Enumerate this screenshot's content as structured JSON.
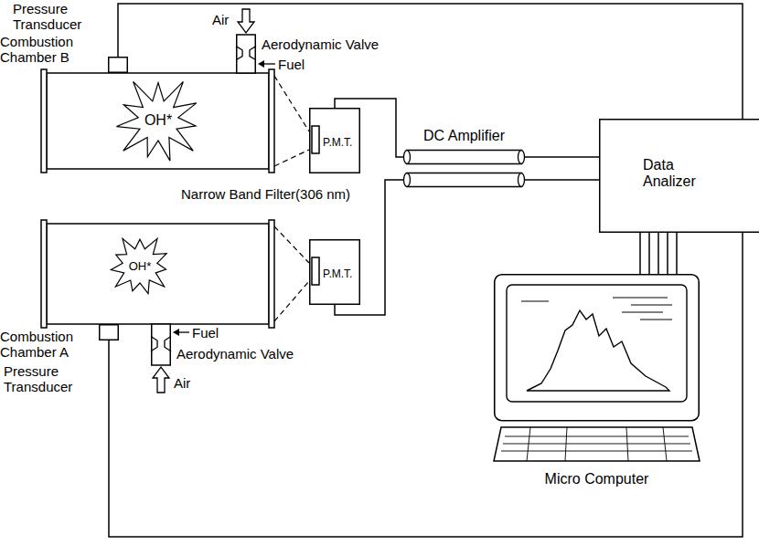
{
  "diagram": {
    "nodes": [
      {
        "text": [
          "Pressure Transducer"
        ]
      },
      {
        "text": [
          "Combustion Chamber B",
          "OH*"
        ]
      },
      {
        "text": [
          "Aerodynamic Valve"
        ]
      },
      {
        "text": [
          "P.M.T."
        ]
      },
      {
        "text": [
          "DC Amplifier"
        ]
      },
      {
        "text": [
          "Data Analizer"
        ]
      },
      {
        "text": [
          "Combustion Chamber A",
          "OH*"
        ]
      },
      {
        "text": [
          "P.M.T."
        ]
      },
      {
        "text": [
          "Pressure Transducer"
        ]
      },
      {
        "text": [
          "Aerodynamic Valve"
        ]
      },
      {
        "text": [
          "Micro Computer"
        ]
      }
    ],
    "edges": [
      {
        "from": 0,
        "to": 5,
        "arrow": "none"
      },
      {
        "from": 1,
        "to": 3,
        "arrow": "none"
      },
      {
        "from": 3,
        "to": 4,
        "arrow": "none"
      },
      {
        "from": 4,
        "to": 5,
        "arrow": "none"
      },
      {
        "from": 4,
        "to": 5,
        "arrow": "none"
      },
      {
        "from": 5,
        "to": 10,
        "arrow": "none"
      },
      {
        "from": 6,
        "to": 7,
        "arrow": "none"
      },
      {
        "from": 7,
        "to": 4,
        "arrow": "none"
      },
      {
        "from": 8,
        "to": 5,
        "arrow": "none"
      }
    ],
    "labels": [
      "Air",
      "Fuel",
      "Narrow Band Filter(306 nm)",
      "Fuel",
      "Air"
    ]
  }
}
